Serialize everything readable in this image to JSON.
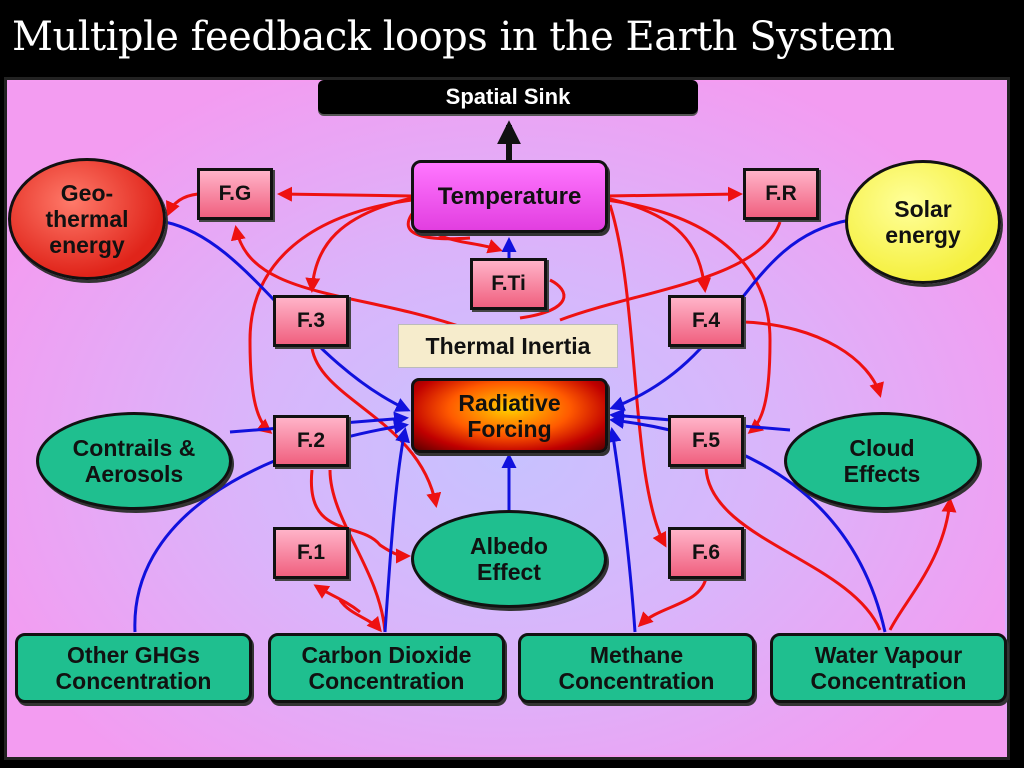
{
  "title": "Multiple feedback loops in the Earth System",
  "nodes": {
    "spatial_sink": "Spatial  Sink",
    "temperature": "Temperature",
    "thermal_inertia": "Thermal Inertia",
    "radiative_forcing": [
      "Radiative",
      "Forcing"
    ],
    "geothermal": [
      "Geo-",
      "thermal",
      "energy"
    ],
    "solar": [
      "Solar",
      "energy"
    ],
    "contrails": [
      "Contrails &",
      "Aerosols"
    ],
    "cloud": [
      "Cloud",
      "Effects"
    ],
    "albedo": [
      "Albedo",
      "Effect"
    ],
    "other_ghgs": [
      "Other GHGs",
      "Concentration"
    ],
    "co2": [
      "Carbon Dioxide",
      "Concentration"
    ],
    "methane": [
      "Methane",
      "Concentration"
    ],
    "water_vapour": [
      "Water Vapour",
      "Concentration"
    ]
  },
  "feedbacks": {
    "fg": "F.G",
    "fr": "F.R",
    "fti": "F.Ti",
    "f3": "F.3",
    "f4": "F.4",
    "f2": "F.2",
    "f5": "F.5",
    "f1": "F.1",
    "f6": "F.6"
  },
  "colors": {
    "positive_link": "#ee1111",
    "negative_link": "#1111dd",
    "node_teal": "#1fbf8f",
    "feedback_box": "#f0607f"
  }
}
